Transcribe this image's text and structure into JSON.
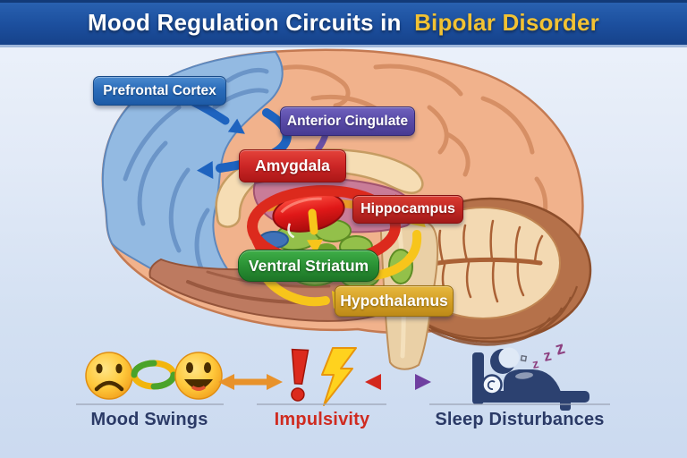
{
  "header": {
    "title_main": "Mood Regulation Circuits in",
    "title_accent": "Bipolar Disorder"
  },
  "brain": {
    "labels": [
      {
        "id": "prefrontal-cortex",
        "text": "Prefrontal Cortex",
        "color": "#2a6cba"
      },
      {
        "id": "anterior-cingulate",
        "text": "Anterior Cingulate",
        "color": "#5a4ca9"
      },
      {
        "id": "amygdala",
        "text": "Amygdala",
        "color": "#cc2626"
      },
      {
        "id": "hippocampus",
        "text": "Hippocampus",
        "color": "#c22823"
      },
      {
        "id": "ventral-striatum",
        "text": "Ventral Striatum",
        "color": "#2a9134"
      },
      {
        "id": "hypothalamus",
        "text": "Hypothalamus",
        "color": "#d5a025"
      }
    ],
    "connections": [
      {
        "from": "prefrontal-cortex",
        "to": "anterior-cingulate",
        "color": "#1e63bf"
      },
      {
        "from": "anterior-cingulate",
        "to": "limbic-region",
        "color": "#1e63bf"
      },
      {
        "from": "amygdala",
        "to": "hippocampus",
        "color": "#dc2a1d",
        "style": "loop"
      },
      {
        "from": "amygdala",
        "to": "ventral-striatum",
        "color": "#f7c51b"
      },
      {
        "from": "ventral-striatum",
        "to": "hippocampus",
        "color": "#f7c51b"
      },
      {
        "from": "ventral-striatum",
        "to": "hypothalamus",
        "color": "#f7c51b"
      }
    ]
  },
  "symptoms": [
    {
      "id": "mood-swings",
      "label": "Mood Swings",
      "label_color": "#2b3a66",
      "icons": [
        "sad-face-icon",
        "cycle-icon",
        "happy-face-icon"
      ]
    },
    {
      "id": "impulsivity",
      "label": "Impulsivity",
      "label_color": "#cf2b20",
      "icons": [
        "exclamation-icon",
        "lightning-bolt-icon"
      ]
    },
    {
      "id": "sleep-disturbances",
      "label": "Sleep Disturbances",
      "label_color": "#2b3a66",
      "icons": [
        "bed-icon",
        "moon-icon",
        "sleeper-icon"
      ]
    }
  ],
  "sleep": {
    "z": "z"
  },
  "icons": {
    "sad-face-icon": "☹",
    "happy-face-icon": "☺",
    "cycle-icon": "⟳",
    "exclamation-icon": "!",
    "lightning-bolt-icon": "⚡",
    "bed-icon": "🛏",
    "moon-icon": "🌙",
    "double-arrow-icon": "↔"
  },
  "colors": {
    "header_bg": "#1c4f9e",
    "title_accent": "#f2c233",
    "arrow_blue": "#1e63bf",
    "arrow_red": "#dc2a1d",
    "arrow_yellow": "#f7c51b",
    "arrow_orange": "#e8922a",
    "arrow_purple": "#6f3fa0",
    "cortex_peach": "#f1b490",
    "frontal_blue": "#93bae2",
    "cerebellum_brown": "#b5714a"
  }
}
